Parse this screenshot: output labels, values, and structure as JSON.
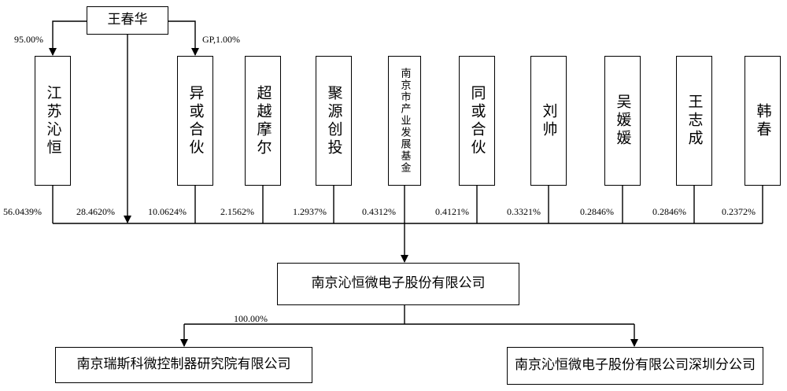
{
  "top": {
    "name": "王春华"
  },
  "top_edges": {
    "jiangsu": "95.00%",
    "yihuo": "GP,1.00%"
  },
  "shareholders": [
    {
      "name": "江苏沁恒",
      "pct": "56.0439%"
    },
    {
      "name": "异或合伙",
      "pct": "10.0624%"
    },
    {
      "name": "超越摩尔",
      "pct": "2.1562%"
    },
    {
      "name": "聚源创投",
      "pct": "1.2937%"
    },
    {
      "name": "南京市产业发展基金",
      "pct": "0.4312%"
    },
    {
      "name": "同或合伙",
      "pct": "0.4121%"
    },
    {
      "name": "刘帅",
      "pct": "0.3321%"
    },
    {
      "name": "吴媛媛",
      "pct": "0.2846%"
    },
    {
      "name": "王志成",
      "pct": "0.2846%"
    },
    {
      "name": "韩春",
      "pct": "0.2372%"
    }
  ],
  "direct_pct": "28.4620%",
  "company": {
    "name": "南京沁恒微电子股份有限公司"
  },
  "subsidiary": {
    "name": "南京瑞斯科微控制器研究院有限公司",
    "pct": "100.00%"
  },
  "branch": {
    "name": "南京沁恒微电子股份有限公司深圳分公司"
  }
}
